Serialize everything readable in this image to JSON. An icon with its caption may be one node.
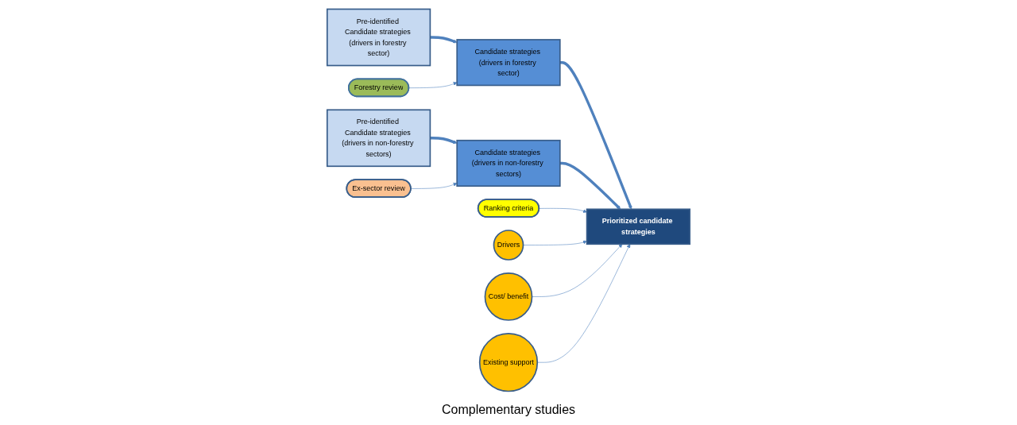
{
  "diagram": {
    "nodes": [
      {
        "text": [
          "Forestry review"
        ]
      },
      {
        "text": [
          "Pre-identified Candidate strategies (drivers in forestry sector)"
        ]
      },
      {
        "text": [
          "Candidate strategies (drivers in forestry sector)"
        ]
      },
      {
        "text": [
          "Pre-identified Candidate strategies (drivers in non-forestry sectors)"
        ]
      },
      {
        "text": [
          "Candidate strategies (drivers in non-forestry sectors)"
        ]
      },
      {
        "text": [
          "Ex-sector review"
        ]
      },
      {
        "text": [
          "Ranking criteria"
        ]
      },
      {
        "text": [
          "Prioritized candidate strategies"
        ]
      },
      {
        "text": [
          "Drivers"
        ]
      },
      {
        "text": [
          "Cost/ benefit"
        ]
      },
      {
        "text": [
          "Existing support"
        ]
      }
    ],
    "edges": [
      {
        "from": 1,
        "to": 2,
        "arrow": "to",
        "style": "thick"
      },
      {
        "from": 0,
        "to": 2,
        "arrow": "to"
      },
      {
        "from": 3,
        "to": 4,
        "arrow": "to",
        "style": "thick"
      },
      {
        "from": 5,
        "to": 4,
        "arrow": "to"
      },
      {
        "from": 2,
        "to": 7,
        "arrow": "to",
        "style": "thick"
      },
      {
        "from": 4,
        "to": 7,
        "arrow": "to",
        "style": "thick"
      },
      {
        "from": 6,
        "to": 7,
        "arrow": "to"
      },
      {
        "from": 8,
        "to": 7,
        "arrow": "to"
      },
      {
        "from": 9,
        "to": 7,
        "arrow": "to"
      },
      {
        "from": 10,
        "to": 7,
        "arrow": "to"
      }
    ],
    "labels": [
      "Complementary studies"
    ]
  }
}
